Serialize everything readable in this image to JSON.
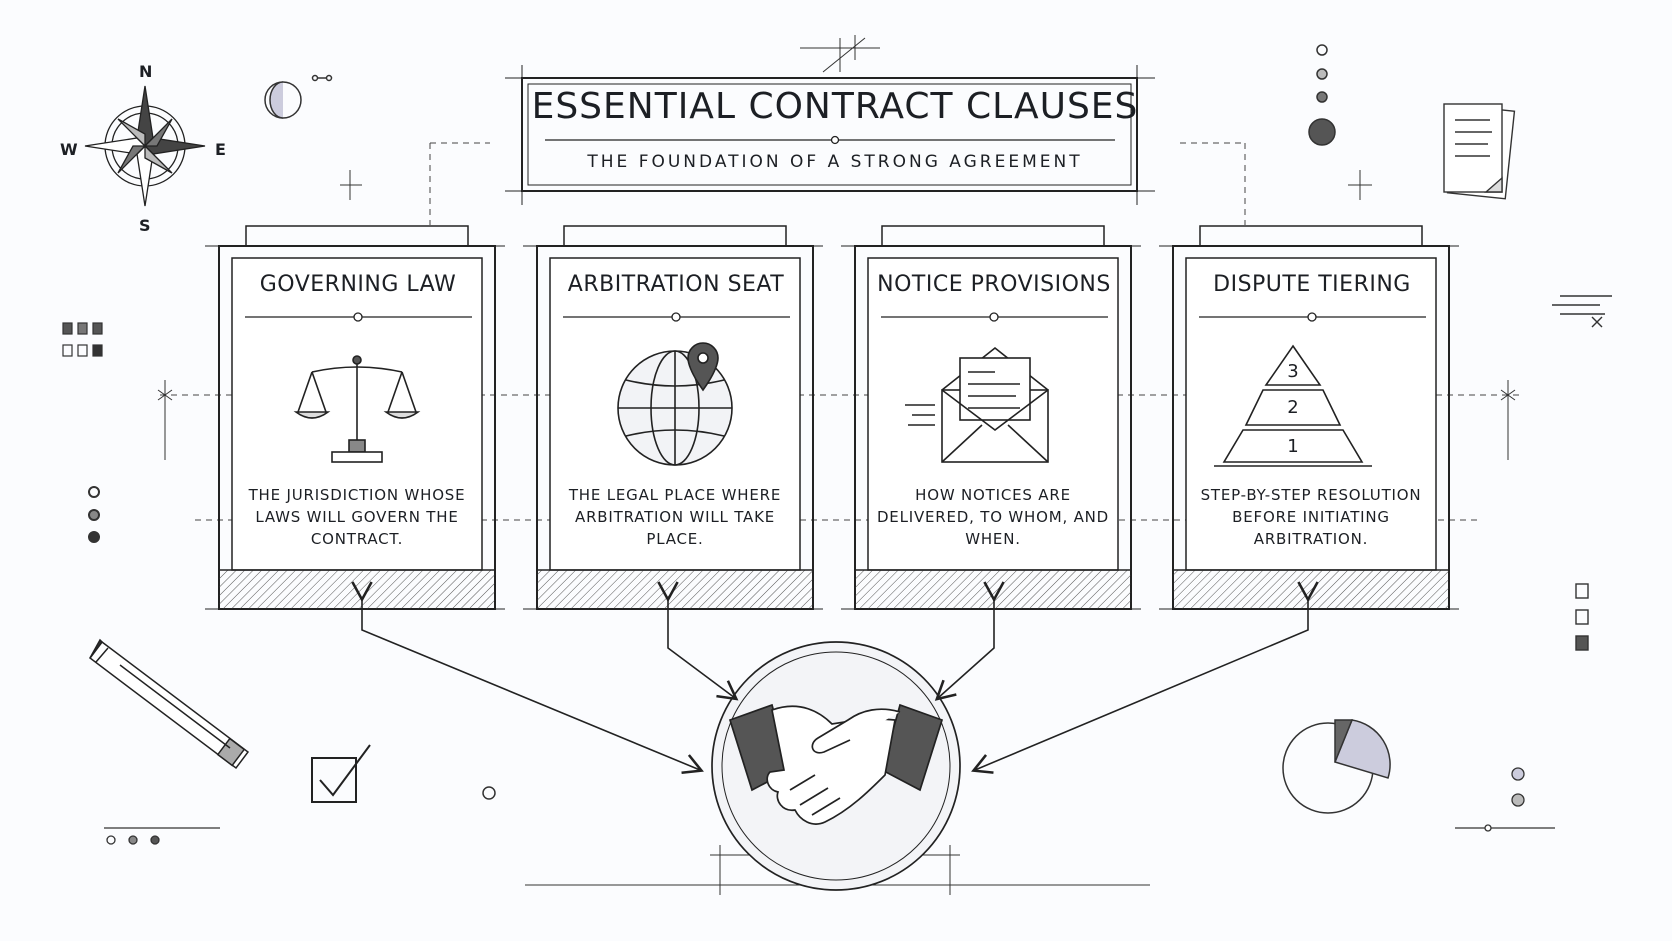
{
  "header": {
    "title": "ESSENTIAL CONTRACT CLAUSES",
    "subtitle": "THE FOUNDATION OF A STRONG AGREEMENT"
  },
  "compass": {
    "n": "N",
    "s": "S",
    "e": "E",
    "w": "W"
  },
  "cards": [
    {
      "title": "GOVERNING LAW",
      "icon": "scales-of-justice-icon",
      "desc": "THE JURISDICTION WHOSE LAWS WILL GOVERN THE CONTRACT."
    },
    {
      "title": "ARBITRATION SEAT",
      "icon": "globe-with-pin-icon",
      "desc": "THE LEGAL PLACE WHERE ARBITRATION WILL TAKE PLACE."
    },
    {
      "title": "NOTICE PROVISIONS",
      "icon": "envelope-letter-icon",
      "desc": "HOW NOTICES ARE DELIVERED, TO WHOM, AND WHEN."
    },
    {
      "title": "DISPUTE TIERING",
      "icon": "tiered-pyramid-icon",
      "desc": "STEP-BY-STEP RESOLUTION BEFORE INITIATING ARBITRATION.",
      "tiers": [
        "3",
        "2",
        "1"
      ]
    }
  ],
  "center_icon": "handshake-icon"
}
